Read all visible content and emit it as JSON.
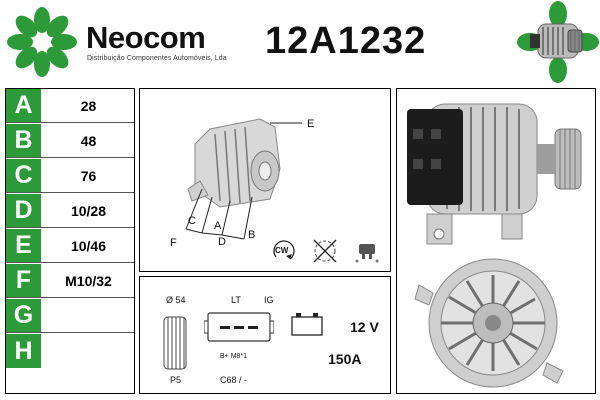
{
  "header": {
    "brand_name": "Neocom",
    "brand_subtitle": "Distribuição Componentes Automóveis, Lda",
    "part_number": "12A1232"
  },
  "colors": {
    "brand_green": "#2d9a3a",
    "border": "#000000"
  },
  "dimensions": [
    {
      "letter": "A",
      "value": "28"
    },
    {
      "letter": "B",
      "value": "48"
    },
    {
      "letter": "C",
      "value": "76"
    },
    {
      "letter": "D",
      "value": "10/28"
    },
    {
      "letter": "E",
      "value": "10/46"
    },
    {
      "letter": "F",
      "value": "M10/32"
    },
    {
      "letter": "G",
      "value": ""
    },
    {
      "letter": "H",
      "value": ""
    }
  ],
  "diagram": {
    "labels": {
      "a": "A",
      "b": "B",
      "c": "C",
      "d": "D",
      "e": "E",
      "f": "F"
    },
    "rotation_label": "CW"
  },
  "specs": {
    "pulley_diameter": "Ø 54",
    "pulley_type": "P5",
    "terminal_lt": "LT",
    "terminal_ig": "IG",
    "terminal_bottom": "B+ M8*1",
    "connector_code": "C68 / -",
    "voltage": "12 V",
    "amperage": "150A"
  }
}
